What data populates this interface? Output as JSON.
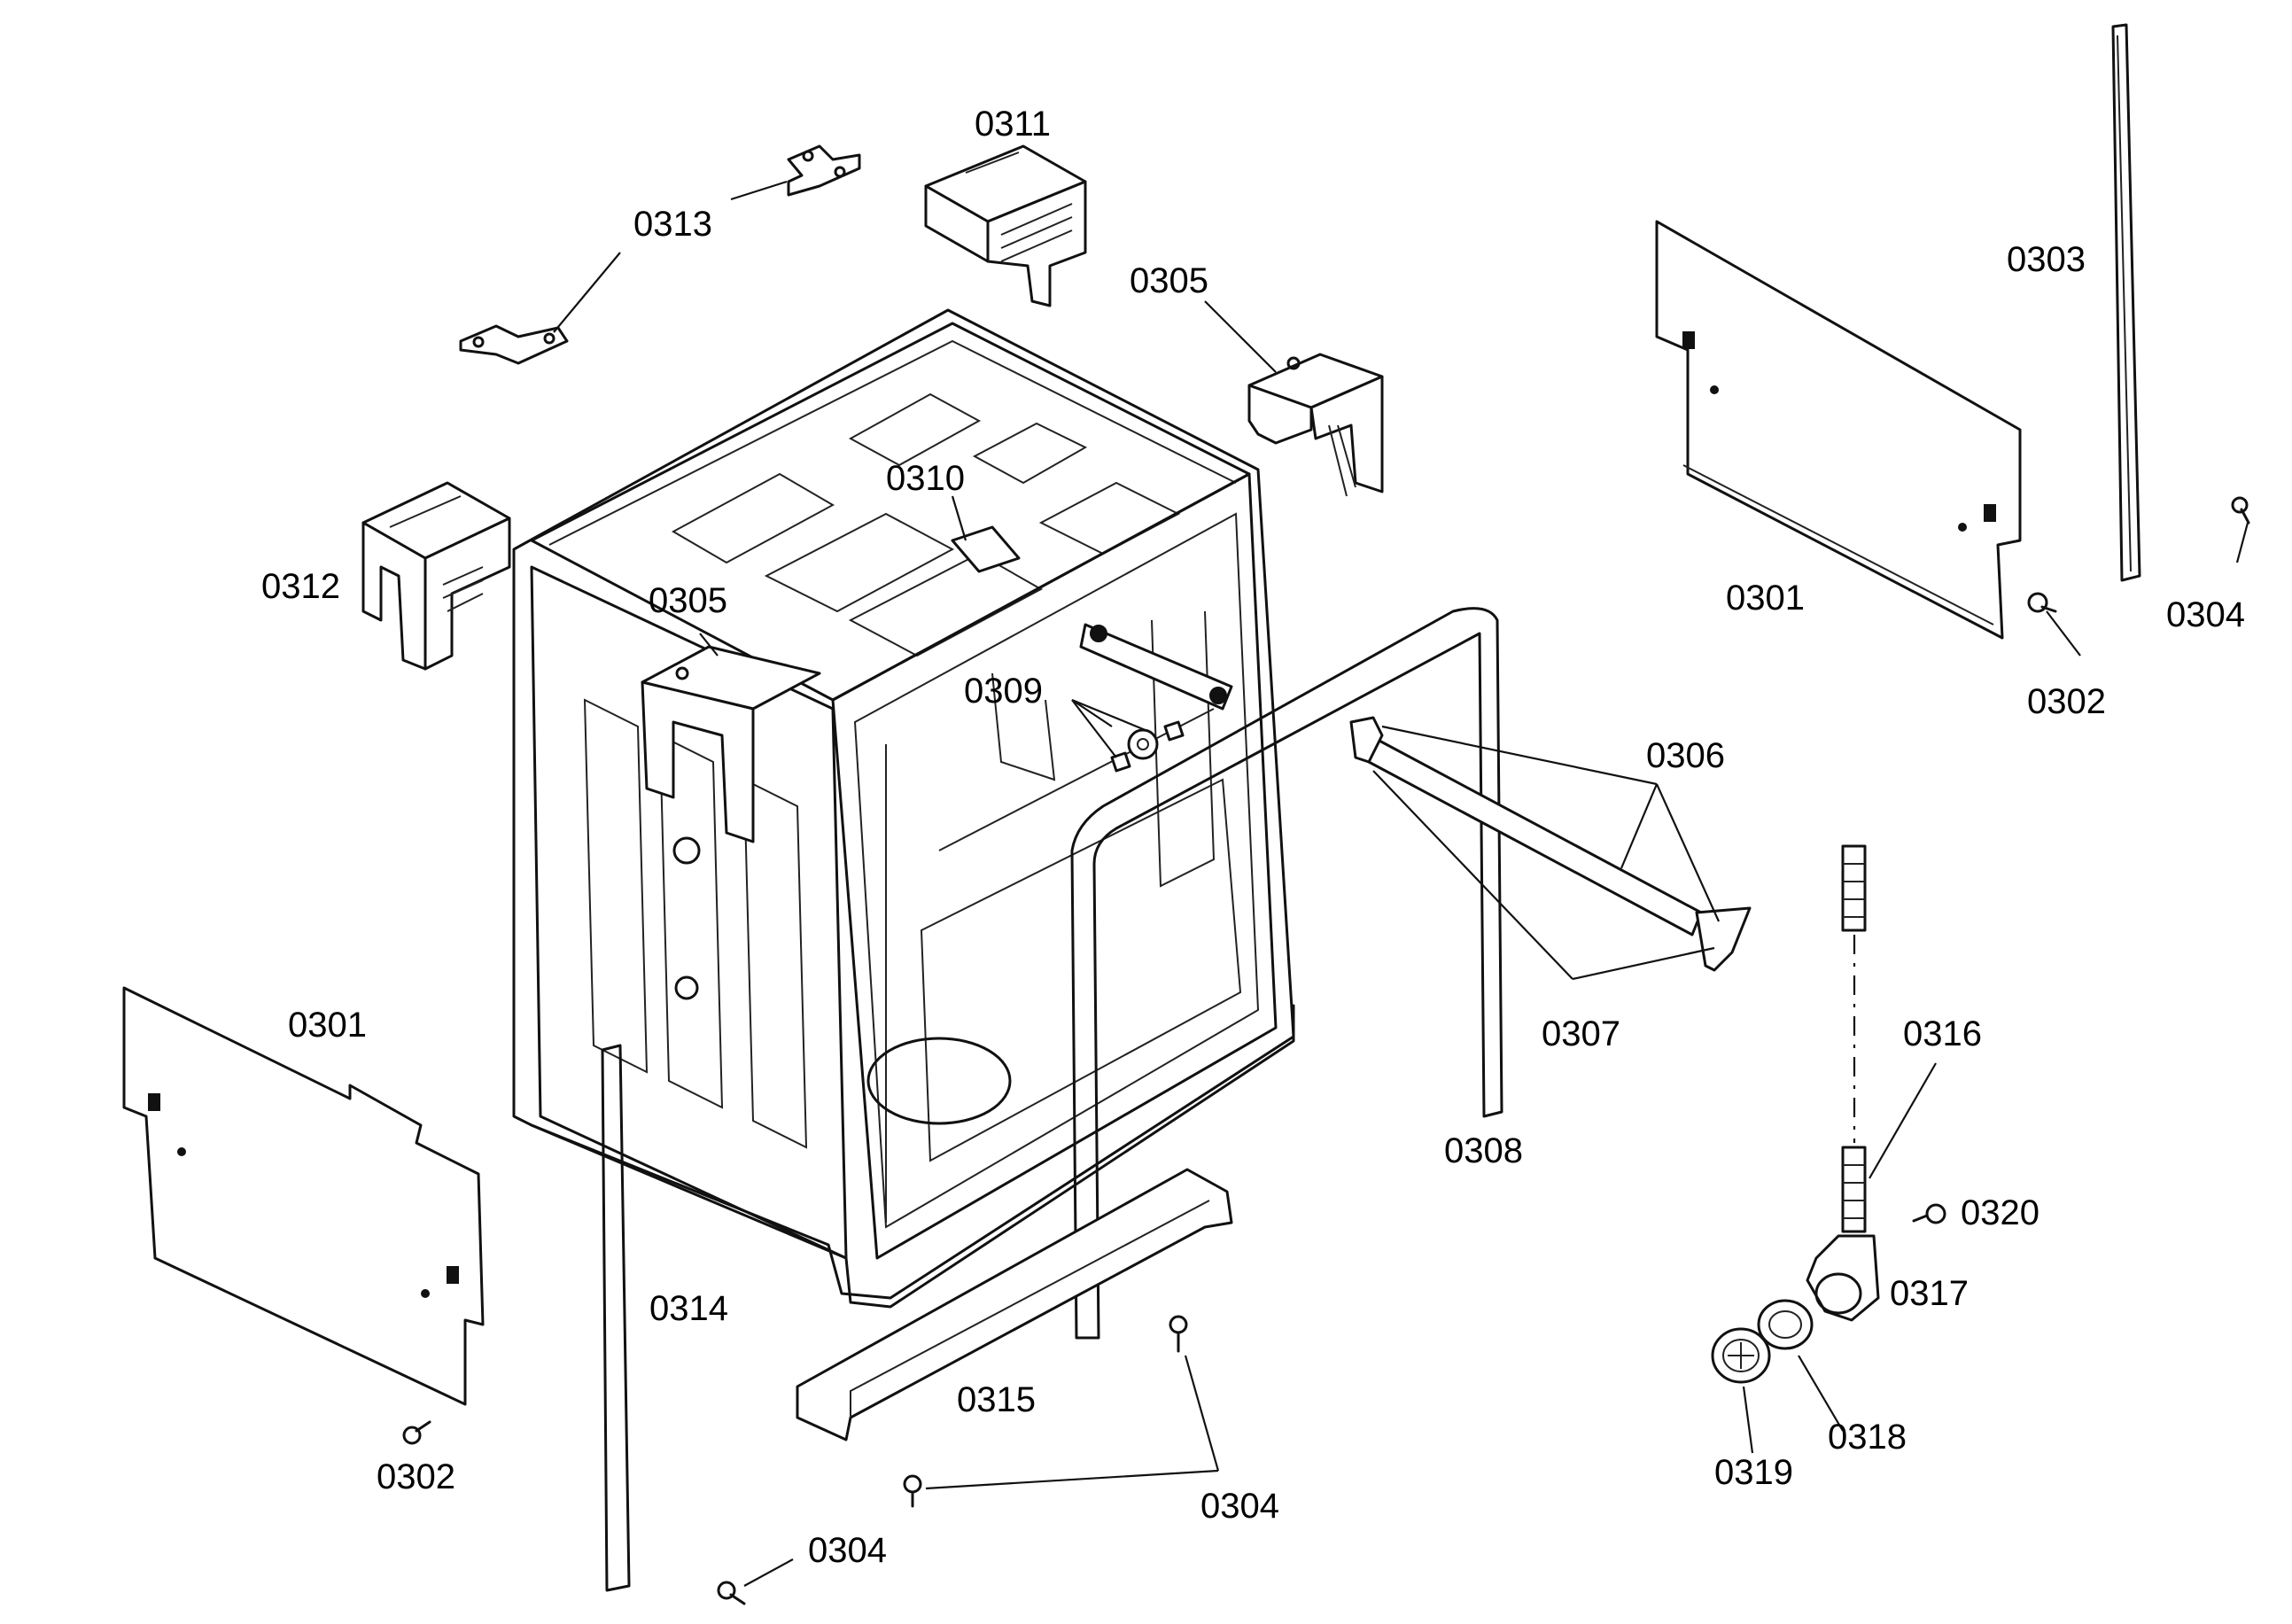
{
  "callouts": {
    "c0301_right": "0301",
    "c0301_left": "0301",
    "c0302_right": "0302",
    "c0302_left": "0302",
    "c0303": "0303",
    "c0304_right": "0304",
    "c0304_mid": "0304",
    "c0304_bottom": "0304",
    "c0305_top": "0305",
    "c0305_mid": "0305",
    "c0306": "0306",
    "c0307": "0307",
    "c0308": "0308",
    "c0309": "0309",
    "c0310": "0310",
    "c0311": "0311",
    "c0312": "0312",
    "c0313": "0313",
    "c0314": "0314",
    "c0315": "0315",
    "c0316": "0316",
    "c0317": "0317",
    "c0318": "0318",
    "c0319": "0319",
    "c0320": "0320"
  }
}
